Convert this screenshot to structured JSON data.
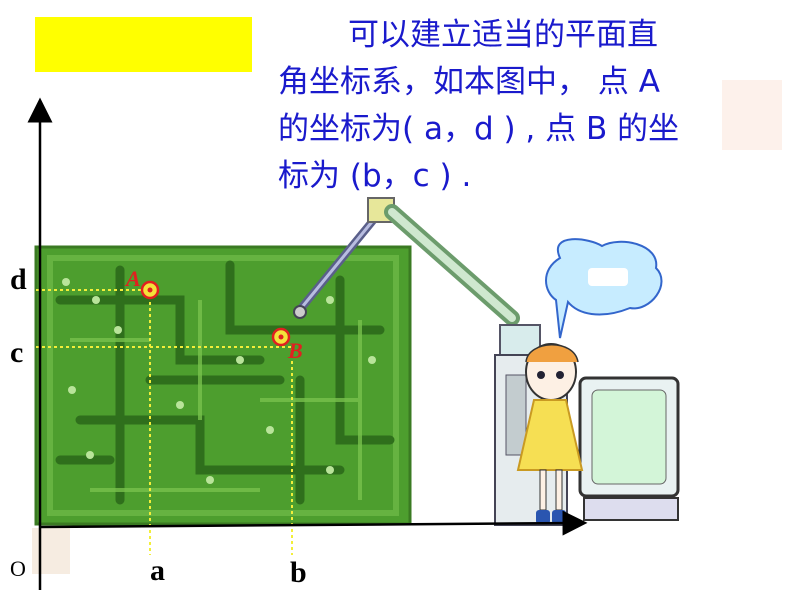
{
  "description": {
    "line1": "可以建立适当的平面直",
    "line2": "角坐标系，如本图中， 点 A",
    "line3": "的坐标为( a，d ) , 点 B 的坐",
    "line4": "标为 (b，c ) ."
  },
  "axes": {
    "origin": "O",
    "x_label_a": "a",
    "x_label_b": "b",
    "y_label_d": "d",
    "y_label_c": "c"
  },
  "points": {
    "A": "A",
    "B": "B"
  },
  "colors": {
    "highlight": "#ffff00",
    "text_blue": "#1a1acc",
    "board_green": "#4d9e2e",
    "dotted_yellow": "#f2ee3a",
    "point_red": "#e02020"
  }
}
